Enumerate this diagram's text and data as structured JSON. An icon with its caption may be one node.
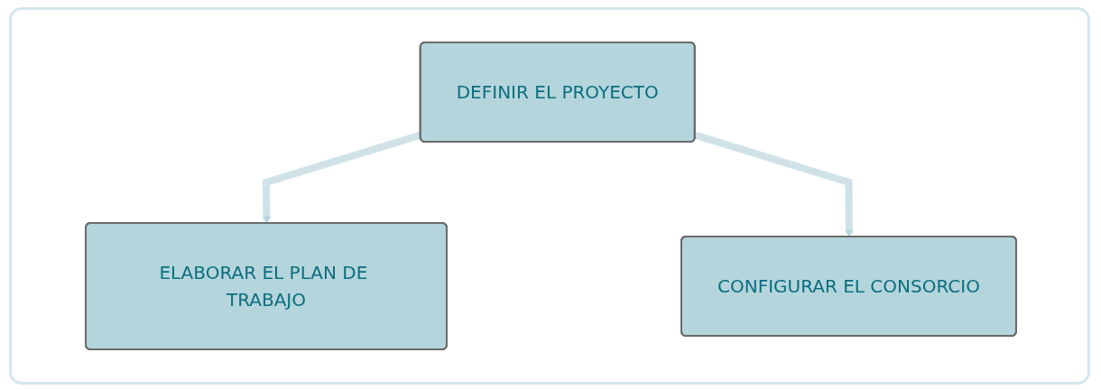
{
  "diagram": {
    "nodes": [
      {
        "text": [
          "DEFINIR EL PROYECTO"
        ]
      },
      {
        "text": [
          "ELABORAR EL PLAN DE TRABAJO"
        ]
      },
      {
        "text": [
          "CONFIGURAR EL CONSORCIO"
        ]
      }
    ],
    "edges": [
      {
        "from": 0,
        "to": 1,
        "arrow": "to"
      },
      {
        "from": 0,
        "to": 2,
        "arrow": "to"
      }
    ]
  }
}
